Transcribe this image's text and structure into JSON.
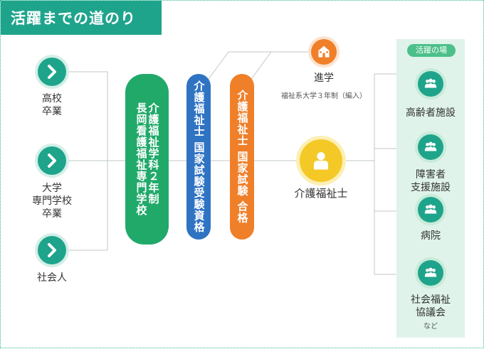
{
  "title": "活躍までの道のり",
  "origins": [
    {
      "label": "高校\n卒業"
    },
    {
      "label": "大学\n専門学校\n卒業"
    },
    {
      "label": "社会人"
    }
  ],
  "steps": [
    {
      "text": "介護福祉学科２年制\n長岡看護福祉専門学校",
      "color": "#21a96a"
    },
    {
      "text": "介護福祉士 国家試験受験資格",
      "color": "#2f73c3"
    },
    {
      "text": "介護福祉士 国家試験 合格",
      "color": "#f07f2a"
    }
  ],
  "further_study": {
    "label": "進学",
    "sublabel": "福祉系大学３年制（編入）",
    "color": "#f07f2a"
  },
  "result": {
    "label": "介護福祉士",
    "color": "#f4c927"
  },
  "places": {
    "heading": "活躍の場",
    "items": [
      {
        "label": "高齢者施設"
      },
      {
        "label": "障害者\n支援施設"
      },
      {
        "label": "病院"
      },
      {
        "label": "社会福祉\n協議会"
      }
    ],
    "note": "など"
  },
  "icons": {
    "origin": "chevron-right-icon",
    "place": "people-group-icon",
    "school": "school-building-icon",
    "person": "person-icon"
  }
}
